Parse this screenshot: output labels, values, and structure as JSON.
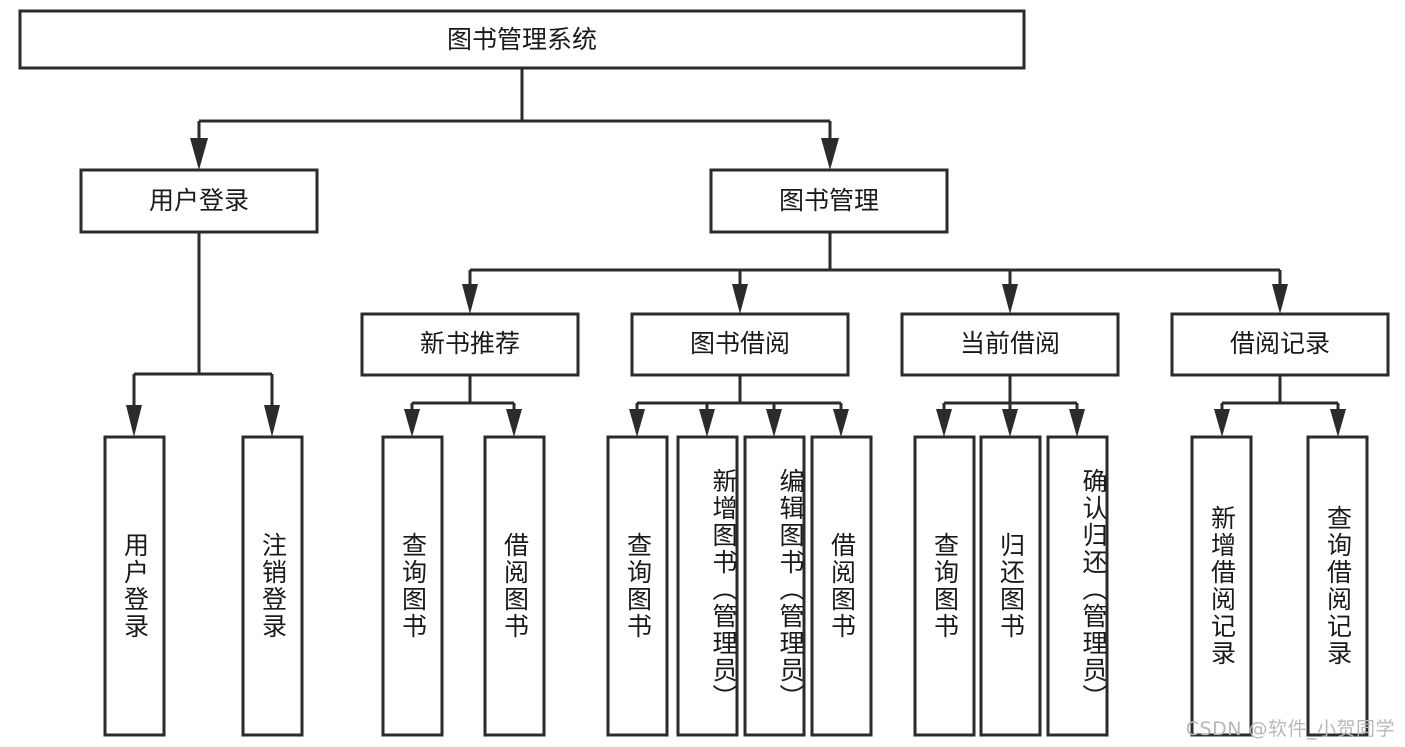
{
  "diagram": {
    "type": "tree-hierarchy",
    "title": "图书管理系统",
    "orientation": "top-down",
    "colors": {
      "box_stroke": "#2b2b2b",
      "box_fill": "#ffffff",
      "text": "#1a1a1a",
      "connector": "#2b2b2b",
      "background": "#ffffff",
      "watermark": "#b8b8b8"
    },
    "root": {
      "id": "root",
      "label": "图书管理系统",
      "orientation": "horizontal"
    },
    "level2": [
      {
        "id": "n_user_login",
        "label": "用户登录",
        "orientation": "horizontal"
      },
      {
        "id": "n_book_mgmt",
        "label": "图书管理",
        "orientation": "horizontal"
      }
    ],
    "level3": [
      {
        "id": "n_new_book_rec",
        "label": "新书推荐",
        "orientation": "horizontal",
        "parent": "n_book_mgmt"
      },
      {
        "id": "n_book_borrow",
        "label": "图书借阅",
        "orientation": "horizontal",
        "parent": "n_book_mgmt"
      },
      {
        "id": "n_current_borrow",
        "label": "当前借阅",
        "orientation": "horizontal",
        "parent": "n_book_mgmt"
      },
      {
        "id": "n_borrow_record",
        "label": "借阅记录",
        "orientation": "horizontal",
        "parent": "n_book_mgmt"
      }
    ],
    "leaves": [
      {
        "id": "leaf_1",
        "label": "用户登录",
        "orientation": "vertical",
        "parent": "n_user_login"
      },
      {
        "id": "leaf_2",
        "label": "注销登录",
        "orientation": "vertical",
        "parent": "n_user_login"
      },
      {
        "id": "leaf_3",
        "label": "查询图书",
        "orientation": "vertical",
        "parent": "n_new_book_rec"
      },
      {
        "id": "leaf_4",
        "label": "借阅图书",
        "orientation": "vertical",
        "parent": "n_new_book_rec"
      },
      {
        "id": "leaf_5",
        "label": "查询图书",
        "orientation": "vertical",
        "parent": "n_book_borrow"
      },
      {
        "id": "leaf_6",
        "label": "新增图书（管理员）",
        "orientation": "vertical",
        "parent": "n_book_borrow"
      },
      {
        "id": "leaf_7",
        "label": "编辑图书（管理员）",
        "orientation": "vertical",
        "parent": "n_book_borrow"
      },
      {
        "id": "leaf_8",
        "label": "借阅图书",
        "orientation": "vertical",
        "parent": "n_book_borrow"
      },
      {
        "id": "leaf_9",
        "label": "查询图书",
        "orientation": "vertical",
        "parent": "n_current_borrow"
      },
      {
        "id": "leaf_10",
        "label": "归还图书",
        "orientation": "vertical",
        "parent": "n_current_borrow"
      },
      {
        "id": "leaf_11",
        "label": "确认归还（管理员）",
        "orientation": "vertical",
        "parent": "n_current_borrow"
      },
      {
        "id": "leaf_12",
        "label": "新增借阅记录",
        "orientation": "vertical",
        "parent": "n_borrow_record"
      },
      {
        "id": "leaf_13",
        "label": "查询借阅记录",
        "orientation": "vertical",
        "parent": "n_borrow_record"
      }
    ]
  },
  "watermark": {
    "text": "CSDN @软件_小贺同学"
  }
}
